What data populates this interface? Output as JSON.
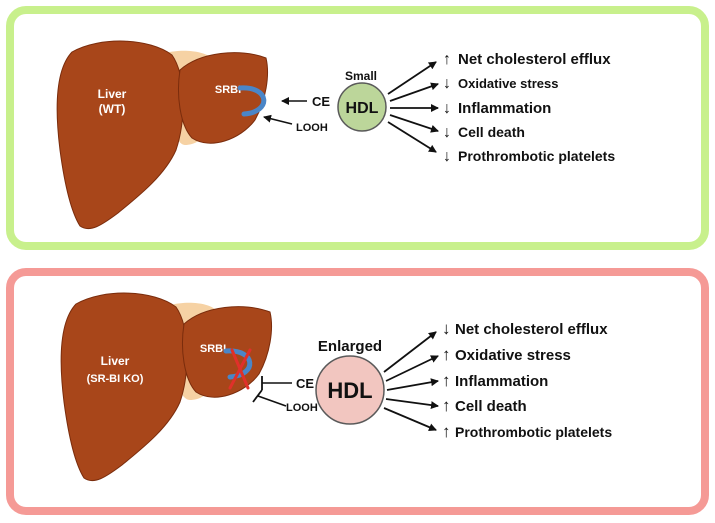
{
  "panel_wt": {
    "liver_label": "Liver",
    "liver_sub": "(WT)",
    "receptor_label": "SRBI",
    "inputs": [
      "CE",
      "LOOH"
    ],
    "hdl_size": "Small",
    "hdl_label": "HDL",
    "hdl_color": "#bcd69a",
    "effects": [
      {
        "arrow": "↑",
        "text": "Net cholesterol efflux"
      },
      {
        "arrow": "↓",
        "text": "Oxidative stress"
      },
      {
        "arrow": "↓",
        "text": "Inflammation"
      },
      {
        "arrow": "↓",
        "text": "Cell death"
      },
      {
        "arrow": "↓",
        "text": "Prothrombotic platelets"
      }
    ]
  },
  "panel_ko": {
    "liver_label": "Liver",
    "liver_sub": "(SR-BI KO)",
    "receptor_label": "SRBI",
    "inputs": [
      "CE",
      "LOOH"
    ],
    "hdl_size": "Enlarged",
    "hdl_label": "HDL",
    "hdl_color": "#f2c6c0",
    "effects": [
      {
        "arrow": "↓",
        "text": "Net cholesterol efflux"
      },
      {
        "arrow": "↑",
        "text": "Oxidative stress"
      },
      {
        "arrow": "↑",
        "text": "Inflammation"
      },
      {
        "arrow": "↑",
        "text": "Cell death"
      },
      {
        "arrow": "↑",
        "text": "Prothrombotic platelets"
      }
    ]
  },
  "colors": {
    "liver": "#a8461a",
    "liver_edge": "#7a2c0c",
    "gallbladder": "#f6d2a4",
    "receptor": "#4a86c8",
    "block": "#e0302a",
    "wt_border": "#c8f08c",
    "ko_border": "#f59a96"
  }
}
